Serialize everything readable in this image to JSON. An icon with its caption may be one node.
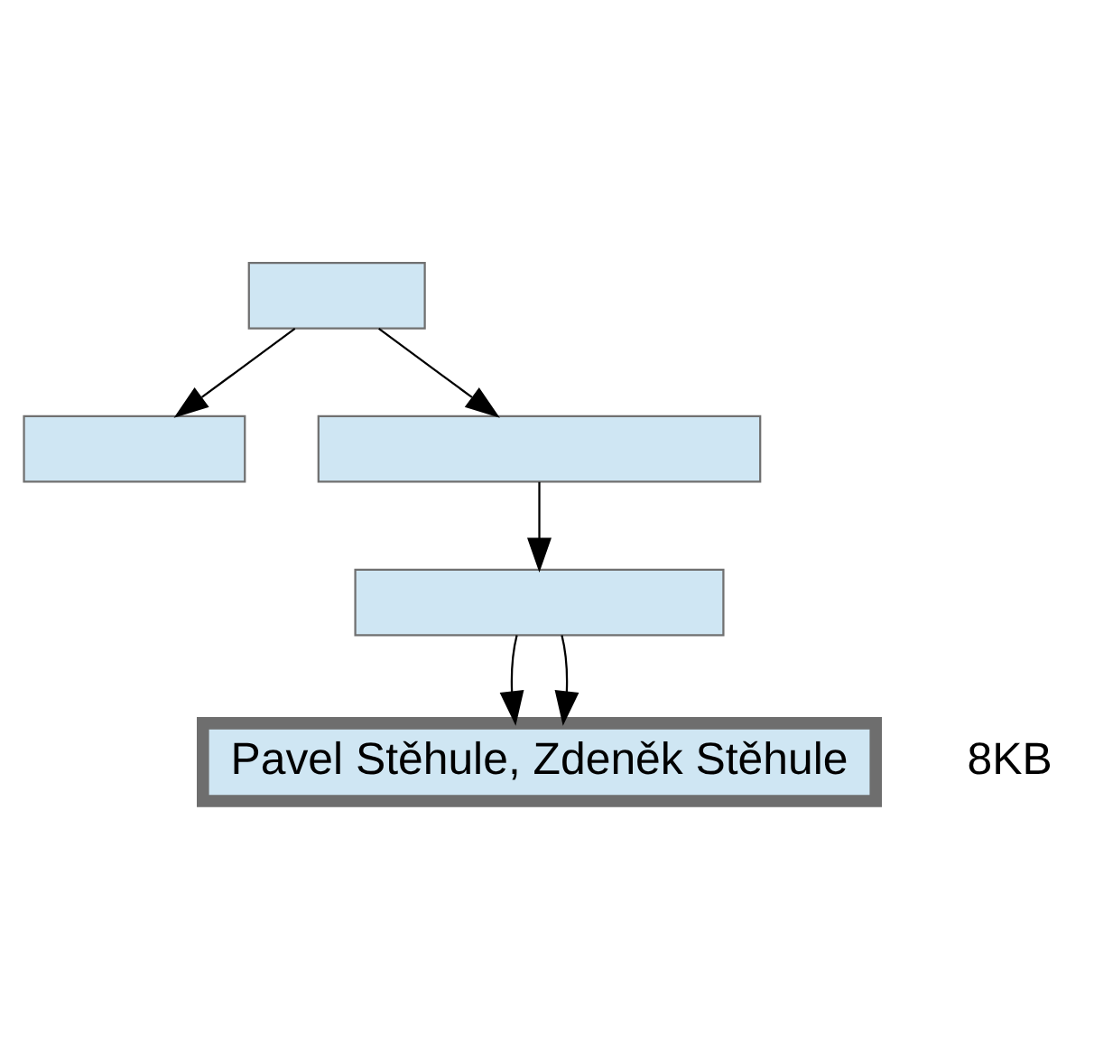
{
  "diagram": {
    "nodes": [
      {
        "text": [],
        "shape": "box"
      },
      {
        "text": [],
        "shape": "box"
      },
      {
        "text": [],
        "shape": "box"
      },
      {
        "text": [],
        "shape": "box"
      },
      {
        "text": [
          "Pavel Stěhule, Zdeněk Stěhule"
        ]
      }
    ],
    "edges": [
      {
        "from": 0,
        "to": 1,
        "arrow": "to"
      },
      {
        "from": 0,
        "to": 2,
        "arrow": "to"
      },
      {
        "from": 2,
        "to": 3,
        "arrow": "to"
      },
      {
        "from": 3,
        "to": 4,
        "arrow": "to"
      },
      {
        "from": 3,
        "to": 4,
        "arrow": "to"
      }
    ],
    "labels": [
      "8KB"
    ]
  }
}
